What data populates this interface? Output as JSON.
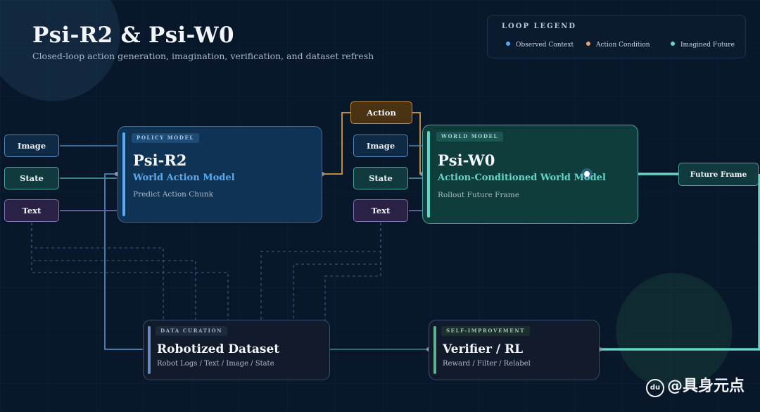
{
  "header": {
    "title": "Psi-R2 & Psi-W0",
    "subtitle": "Closed-loop action generation, imagination, verification, and dataset refresh"
  },
  "legend": {
    "title": "LOOP LEGEND",
    "items": [
      {
        "label": "Observed Context",
        "color": "#5aa9ee"
      },
      {
        "label": "Action Condition",
        "color": "#e9a566"
      },
      {
        "label": "Imagined Future",
        "color": "#63d6c6"
      }
    ]
  },
  "inputs_left": {
    "image": "Image",
    "state": "State",
    "text": "Text"
  },
  "inputs_right": {
    "image": "Image",
    "state": "State",
    "text": "Text"
  },
  "action_chip": "Action",
  "future_frame": "Future Frame",
  "policy_model": {
    "tag": "POLICY MODEL",
    "title": "Psi-R2",
    "subtitle": "World Action Model",
    "description": "Predict Action Chunk"
  },
  "world_model": {
    "tag": "WORLD MODEL",
    "title": "Psi-W0",
    "subtitle": "Action-Conditioned World Model",
    "description": "Rollout Future Frame"
  },
  "dataset": {
    "tag": "DATA CURATION",
    "title": "Robotized Dataset",
    "description": "Robot Logs / Text / Image / State"
  },
  "verifier": {
    "tag": "SELF-IMPROVEMENT",
    "title": "Verifier / RL",
    "description": "Reward / Filter / Relabel"
  },
  "watermark": "@具身元点",
  "colors": {
    "background": "#08172a",
    "observed": "#5aa9ee",
    "action": "#e9a566",
    "future": "#63d6c6"
  }
}
